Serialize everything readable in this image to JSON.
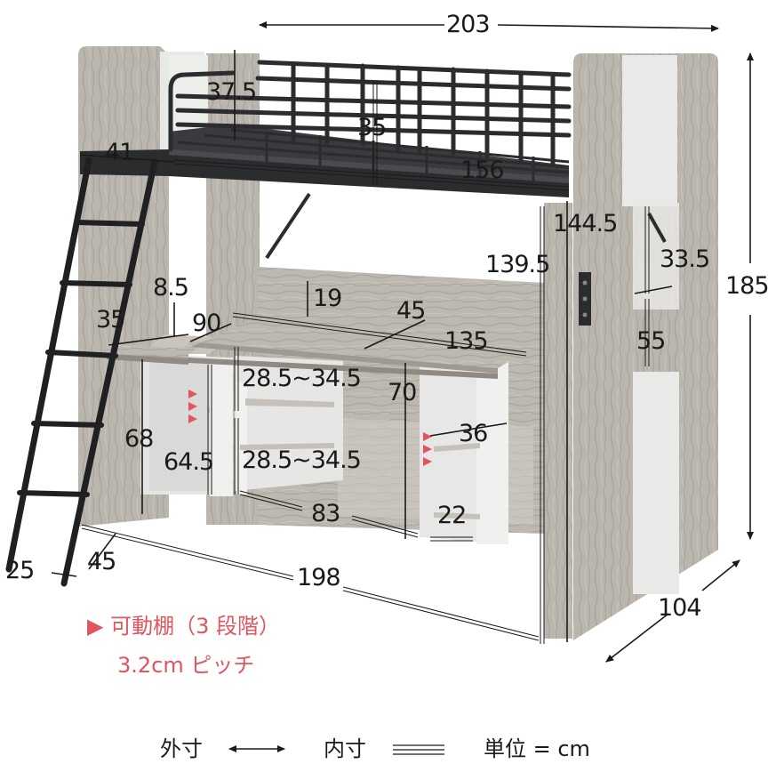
{
  "dimensions": {
    "outer_width": "203",
    "guard_height": "37.5",
    "inner_guard_height": "35",
    "bed_depth_top": "41",
    "inner_length": "156",
    "clearance_outer": "144.5",
    "clearance_inner": "139.5",
    "side_opening_top": "33.5",
    "total_height": "185",
    "side_opening": "55",
    "desk_back_height": "8.5",
    "desk_shelf_depth": "19",
    "desk_side_depth": "35",
    "desk_side_width": "90",
    "desk_main_depth": "45",
    "desk_main_width": "135",
    "shelf_spacing_a": "28.5~34.5",
    "desk_height_main": "70",
    "desk_height_side": "68",
    "side_shelf_height": "64.5",
    "shelf_spacing_b": "28.5~34.5",
    "cabinet_depth": "36",
    "knee_width": "83",
    "cabinet_width": "22",
    "ladder_offset": "25",
    "ladder_depth": "45",
    "inner_width": "198",
    "outer_depth": "104"
  },
  "note": {
    "line1": "▶ 可動棚（3 段階）",
    "line2": "3.2cm ピッチ"
  },
  "legend": {
    "outer": "外寸",
    "inner": "内寸",
    "unit": "単位 = cm"
  },
  "colors": {
    "wood": "#bdb9b1",
    "wood_dark": "#a8a49b",
    "panel_white": "#e9eae7",
    "frame_black": "#2b2c2e",
    "line": "#1a1a1a",
    "accent": "#e0555e"
  }
}
